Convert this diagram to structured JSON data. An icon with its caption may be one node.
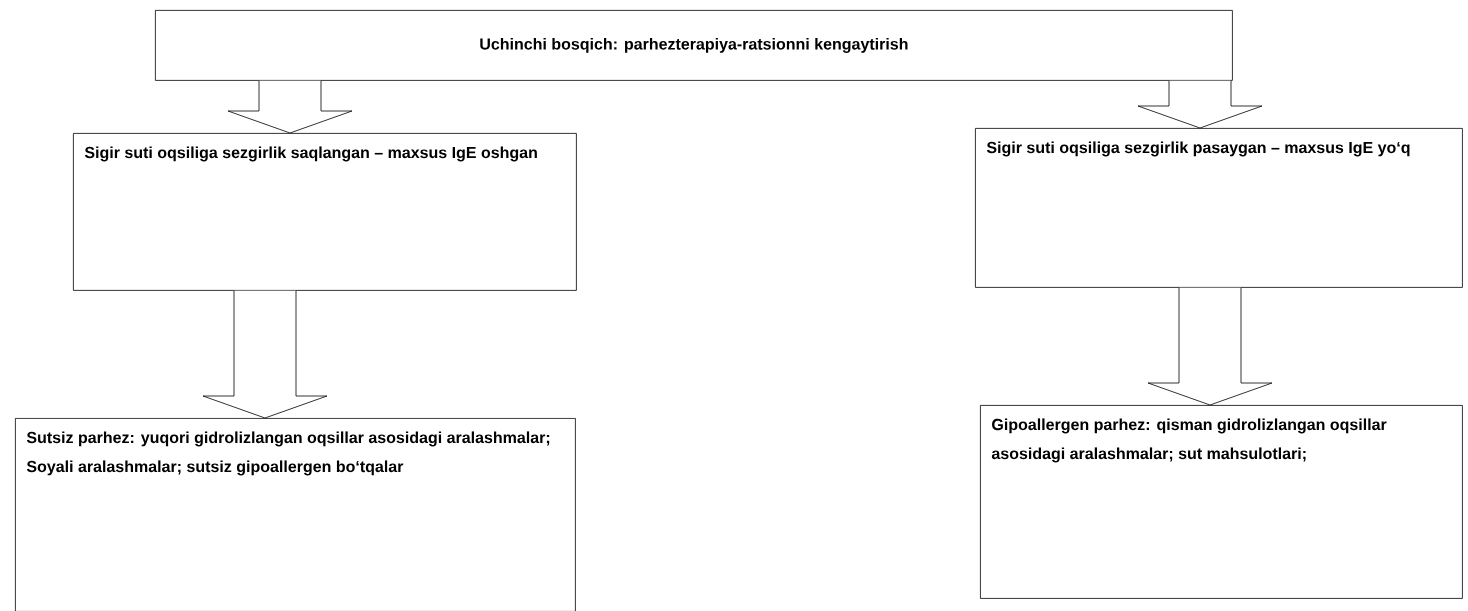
{
  "diagram": {
    "nodes": [
      {
        "text": [
          "Uchinchi bosqich: parhezterapiya-ratsionni kengaytirish"
        ]
      },
      {
        "text": [
          "Sigir suti oqsiliga sezgirlik saqlangan – maxsus IgE oshgan"
        ]
      },
      {
        "text": [
          "Sigir suti oqsiliga sezgirlik pasaygan – maxsus IgE yo‘q"
        ]
      },
      {
        "text": [
          "Sutsiz parhez: yuqori gidrolizlangan oqsillar asosidagi aralashmalar; Soyali aralashmalar; sutsiz gipoallergen bo‘tqalar"
        ]
      },
      {
        "text": [
          "Gipoallergen parhez: qisman gidrolizlangan oqsillar asosidagi aralashmalar; sut mahsulotlari;"
        ]
      }
    ],
    "edges": [
      {
        "from": 0,
        "to": 1,
        "arrow": "to"
      },
      {
        "from": 0,
        "to": 2,
        "arrow": "to"
      },
      {
        "from": 1,
        "to": 3,
        "arrow": "to"
      },
      {
        "from": 2,
        "to": 4,
        "arrow": "to"
      }
    ]
  }
}
